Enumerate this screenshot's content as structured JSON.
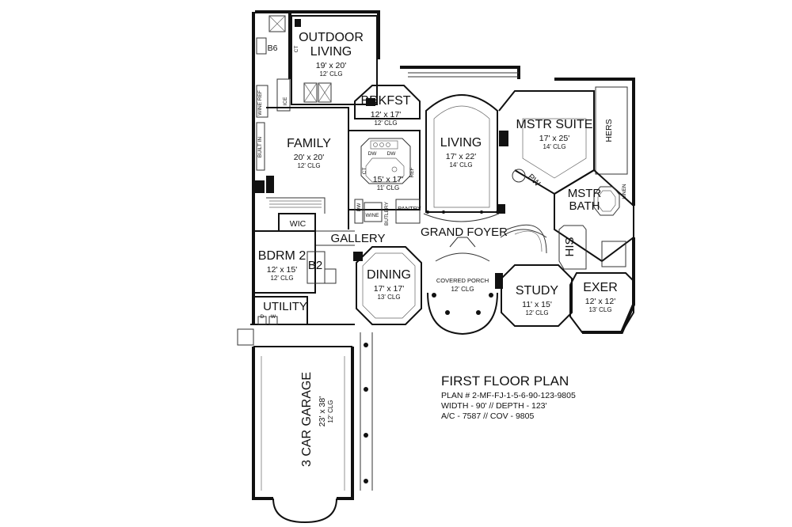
{
  "rooms": {
    "outdoor_living": {
      "name_1": "OUTDOOR",
      "name_2": "LIVING",
      "dim": "19' x 20'",
      "clg": "12' CLG"
    },
    "family": {
      "name": "FAMILY",
      "dim": "20' x 20'",
      "clg": "12' CLG"
    },
    "brkfst": {
      "name": "BRKFST",
      "dim": "12' x 17'",
      "clg": "12' CLG"
    },
    "kitchen": {
      "dim": "15' x 17'",
      "clg": "11' CLG"
    },
    "living": {
      "name": "LIVING",
      "dim": "17' x 22'",
      "clg": "14' CLG"
    },
    "mstr_suite": {
      "name": "MSTR SUITE",
      "dim": "17' x 25'",
      "clg": "14' CLG"
    },
    "mstr_bath": {
      "name_1": "MSTR",
      "name_2": "BATH"
    },
    "bdrm2": {
      "name": "BDRM 2",
      "dim": "12' x 15'",
      "clg": "12' CLG"
    },
    "dining": {
      "name": "DINING",
      "dim": "17' x 17'",
      "clg": "13' CLG"
    },
    "covered_porch": {
      "name": "COVERED PORCH",
      "clg": "12' CLG"
    },
    "study": {
      "name": "STUDY",
      "dim": "11' x 15'",
      "clg": "12' CLG"
    },
    "exer": {
      "name": "EXER",
      "dim": "12' x 12'",
      "clg": "13' CLG"
    },
    "garage": {
      "name": "3 CAR GARAGE",
      "dim": "23' x 38'",
      "clg": "12' CLG"
    }
  },
  "labels": {
    "b6": "B6",
    "ct_top": "CT",
    "ice": "ICE",
    "wine_ref": "WINE REF",
    "built_in": "BUILT IN",
    "wic": "WIC",
    "b2": "B2",
    "utility": "UTILITY",
    "d": "D",
    "w": "W",
    "gallery": "GALLERY",
    "grand_foyer": "GRAND FOYER",
    "dw1": "DW",
    "dw2": "DW",
    "ct_kitchen": "CT",
    "ref": "REF",
    "dw_small": "DW",
    "wine": "WINE",
    "butlery": "BUTLERY",
    "pantry": "PANTRY",
    "pw": "PW",
    "hers": "HERS",
    "his": "HIS",
    "linen": "LINEN"
  },
  "info": {
    "title": "FIRST FLOOR PLAN",
    "plan": "PLAN # 2-MF-FJ-1-5-6-90-123-9805",
    "size": "WIDTH - 90' // DEPTH - 123'",
    "area": "A/C - 7587 // COV - 9805"
  }
}
